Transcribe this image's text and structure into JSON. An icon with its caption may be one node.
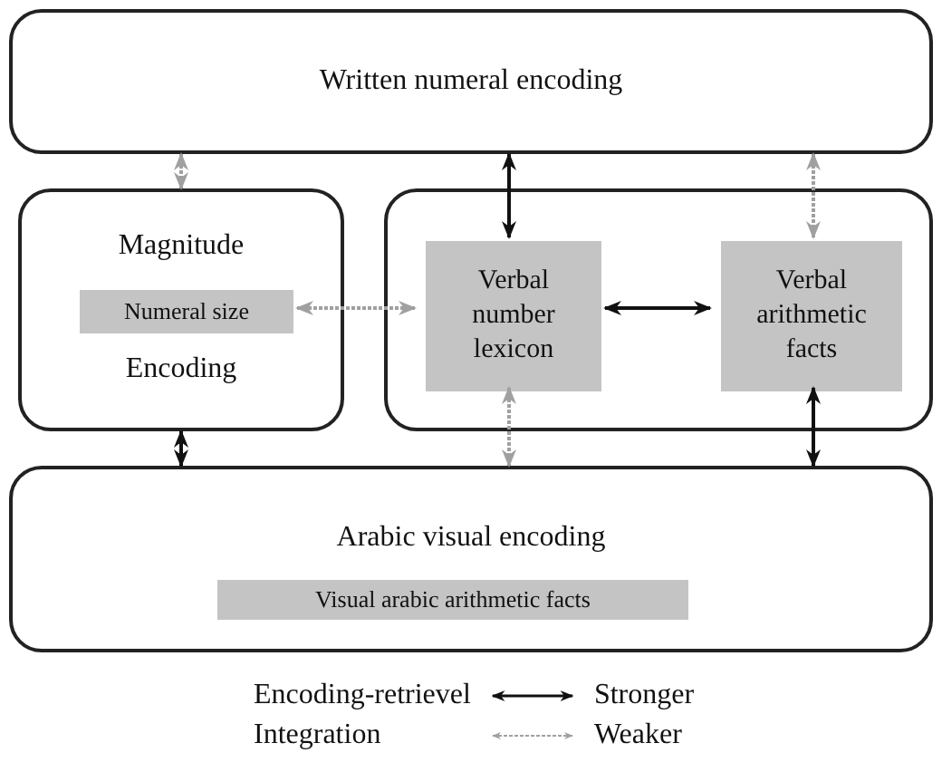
{
  "diagram": {
    "nodes": [
      {
        "text": [
          "Written numeral encoding"
        ]
      },
      {
        "text": [
          "Magnitude",
          "Encoding"
        ]
      },
      {
        "text": [
          "Numeral size"
        ],
        "in": 1
      },
      {
        "text": [],
        "shape": "box"
      },
      {
        "text": [
          "Verbal number lexicon"
        ],
        "in": 3
      },
      {
        "text": [
          "Verbal arithmetic facts"
        ],
        "in": 3
      },
      {
        "text": [
          "Arabic visual encoding"
        ]
      },
      {
        "text": [
          "Visual arabic arithmetic facts"
        ],
        "in": 6
      }
    ],
    "edges": [
      {
        "from": 0,
        "to": 1,
        "arrow": "both",
        "style": "dashed",
        "color": "#a0a0a0"
      },
      {
        "from": 0,
        "to": 4,
        "arrow": "both",
        "color": "#111111"
      },
      {
        "from": 0,
        "to": 5,
        "arrow": "both",
        "style": "dashed",
        "color": "#a0a0a0"
      },
      {
        "from": 2,
        "to": 4,
        "arrow": "both",
        "style": "dashed",
        "color": "#a0a0a0"
      },
      {
        "from": 4,
        "to": 5,
        "arrow": "both",
        "color": "#111111"
      },
      {
        "from": 1,
        "to": 6,
        "arrow": "both",
        "color": "#111111"
      },
      {
        "from": 4,
        "to": 6,
        "arrow": "both",
        "style": "dashed",
        "color": "#a0a0a0"
      },
      {
        "from": 5,
        "to": 6,
        "arrow": "both",
        "color": "#111111"
      }
    ],
    "labels": [
      "Stronger",
      "Weaker"
    ],
    "legend": [
      {
        "text": "Encoding-retrievel"
      },
      {
        "text": "Integration"
      }
    ]
  }
}
